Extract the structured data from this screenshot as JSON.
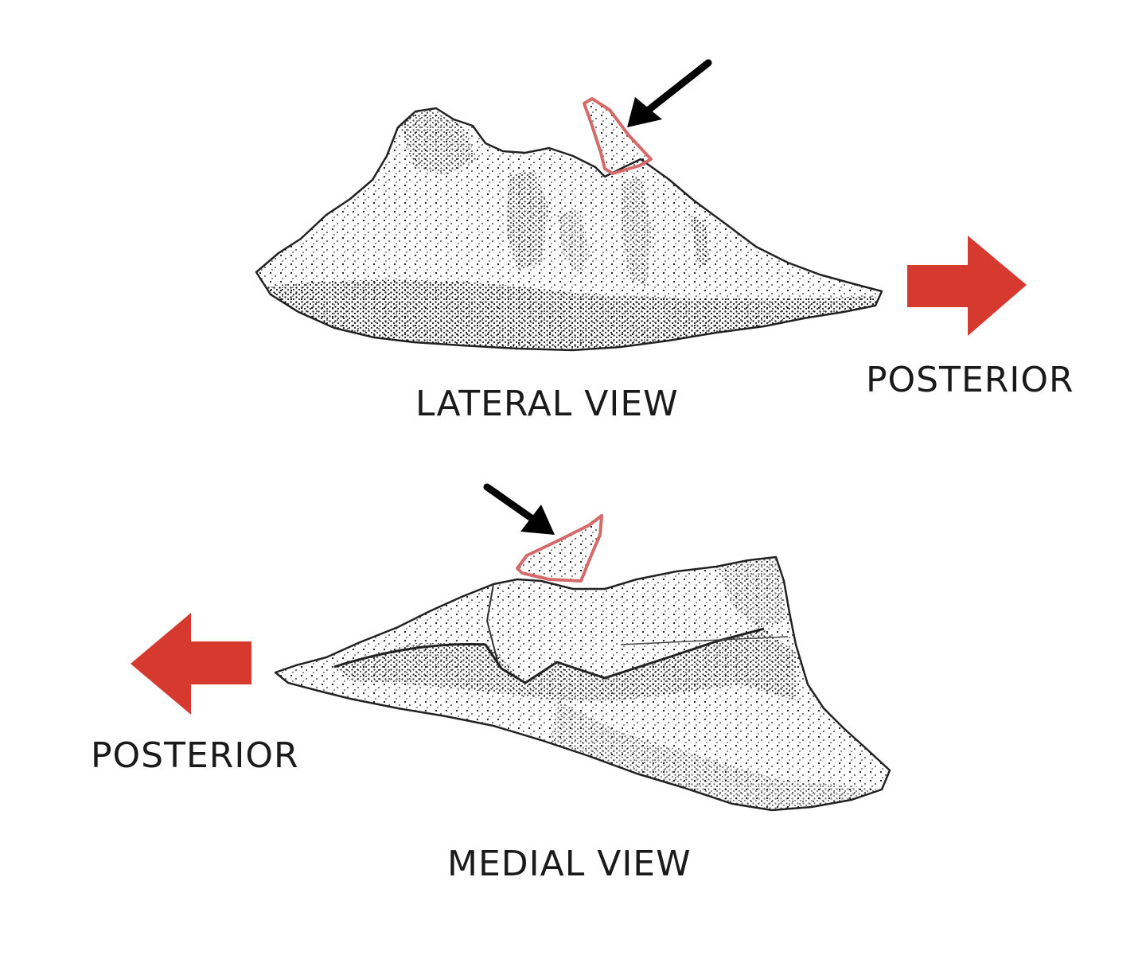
{
  "views": {
    "lateral": {
      "label": "LATERAL VIEW",
      "direction_label": "POSTERIOR",
      "direction": "right"
    },
    "medial": {
      "label": "MEDIAL VIEW",
      "direction_label": "POSTERIOR",
      "direction": "left"
    }
  },
  "colors": {
    "highlight_outline": "#d46a6a",
    "direction_arrow": "#d63a2f",
    "pointer_arrow": "#000000",
    "text": "#1a1a1a",
    "stipple": "#111111"
  }
}
